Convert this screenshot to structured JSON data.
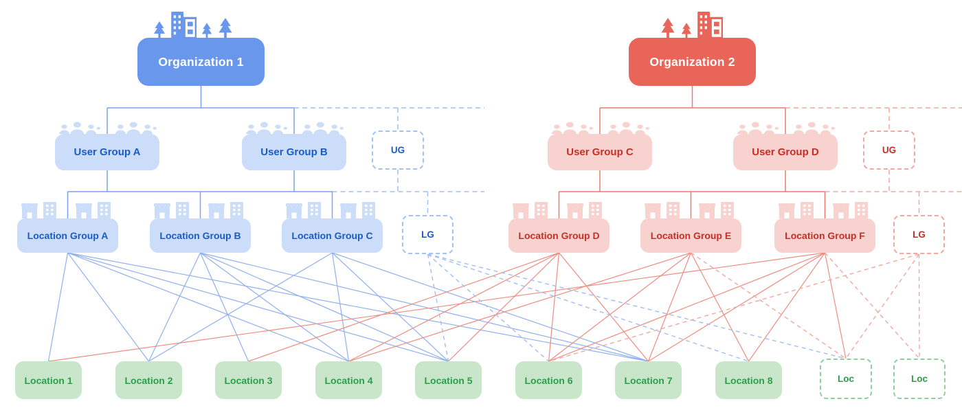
{
  "diagram": {
    "organizations": [
      {
        "id": "org1",
        "label": "Organization 1",
        "theme": "blue",
        "color": "#6897EC"
      },
      {
        "id": "org2",
        "label": "Organization 2",
        "theme": "red",
        "color": "#E96459"
      }
    ],
    "user_groups": [
      {
        "id": "uga",
        "label": "User Group A",
        "org": "org1"
      },
      {
        "id": "ugb",
        "label": "User Group B",
        "org": "org1"
      },
      {
        "id": "ug_blue",
        "label": "UG",
        "org": "org1",
        "placeholder": true
      },
      {
        "id": "ugc",
        "label": "User Group C",
        "org": "org2"
      },
      {
        "id": "ugd",
        "label": "User Group D",
        "org": "org2"
      },
      {
        "id": "ug_red",
        "label": "UG",
        "org": "org2",
        "placeholder": true
      }
    ],
    "location_groups": [
      {
        "id": "lga",
        "label": "Location Group A",
        "org": "org1"
      },
      {
        "id": "lgb",
        "label": "Location Group B",
        "org": "org1"
      },
      {
        "id": "lgc",
        "label": "Location Group C",
        "org": "org1"
      },
      {
        "id": "lg_blue",
        "label": "LG",
        "org": "org1",
        "placeholder": true
      },
      {
        "id": "lgd",
        "label": "Location Group D",
        "org": "org2"
      },
      {
        "id": "lge",
        "label": "Location Group E",
        "org": "org2"
      },
      {
        "id": "lgf",
        "label": "Location Group F",
        "org": "org2"
      },
      {
        "id": "lg_red",
        "label": "LG",
        "org": "org2",
        "placeholder": true
      }
    ],
    "locations": [
      {
        "id": "l1",
        "label": "Location 1"
      },
      {
        "id": "l2",
        "label": "Location 2"
      },
      {
        "id": "l3",
        "label": "Location 3"
      },
      {
        "id": "l4",
        "label": "Location 4"
      },
      {
        "id": "l5",
        "label": "Location 5"
      },
      {
        "id": "l6",
        "label": "Location 6"
      },
      {
        "id": "l7",
        "label": "Location 7"
      },
      {
        "id": "l8",
        "label": "Location 8"
      },
      {
        "id": "loc1",
        "label": "Loc",
        "placeholder": true
      },
      {
        "id": "loc2",
        "label": "Loc",
        "placeholder": true
      }
    ],
    "edges": {
      "blue_solid": [
        [
          "lga",
          "l1"
        ],
        [
          "lga",
          "l2"
        ],
        [
          "lga",
          "l4"
        ],
        [
          "lga",
          "l5"
        ],
        [
          "lga",
          "l7"
        ],
        [
          "lgb",
          "l2"
        ],
        [
          "lgb",
          "l3"
        ],
        [
          "lgb",
          "l4"
        ],
        [
          "lgb",
          "l5"
        ],
        [
          "lgb",
          "l7"
        ],
        [
          "lgc",
          "l2"
        ],
        [
          "lgc",
          "l4"
        ],
        [
          "lgc",
          "l5"
        ],
        [
          "lgc",
          "l7"
        ]
      ],
      "red_solid": [
        [
          "lgd",
          "l3"
        ],
        [
          "lgd",
          "l4"
        ],
        [
          "lgd",
          "l5"
        ],
        [
          "lgd",
          "l6"
        ],
        [
          "lgd",
          "l7"
        ],
        [
          "lge",
          "l4"
        ],
        [
          "lge",
          "l6"
        ],
        [
          "lge",
          "l7"
        ],
        [
          "lge",
          "l8"
        ],
        [
          "lgf",
          "l1"
        ],
        [
          "lgf",
          "l6"
        ],
        [
          "lgf",
          "l7"
        ],
        [
          "lgf",
          "l8"
        ],
        [
          "lgf",
          "loc1"
        ]
      ],
      "blue_dashed": [
        [
          "lg_blue",
          "l5"
        ],
        [
          "lg_blue",
          "l6"
        ],
        [
          "lg_blue",
          "l8"
        ],
        [
          "lg_blue",
          "loc1"
        ]
      ],
      "red_dashed": [
        [
          "lg_red",
          "loc2"
        ],
        [
          "lg_red",
          "loc1"
        ],
        [
          "lg_red",
          "l6"
        ],
        [
          "lgf",
          "loc2"
        ],
        [
          "lge",
          "loc1"
        ]
      ]
    },
    "colors": {
      "blue": "#6897EC",
      "blue_light": "#CBDDF8",
      "blue_text": "#1A5BC7",
      "red": "#E96459",
      "red_light": "#F8D2CE",
      "red_text": "#C62F27",
      "green_light": "#C9E5CA",
      "green_text": "#2E9E4C"
    }
  }
}
